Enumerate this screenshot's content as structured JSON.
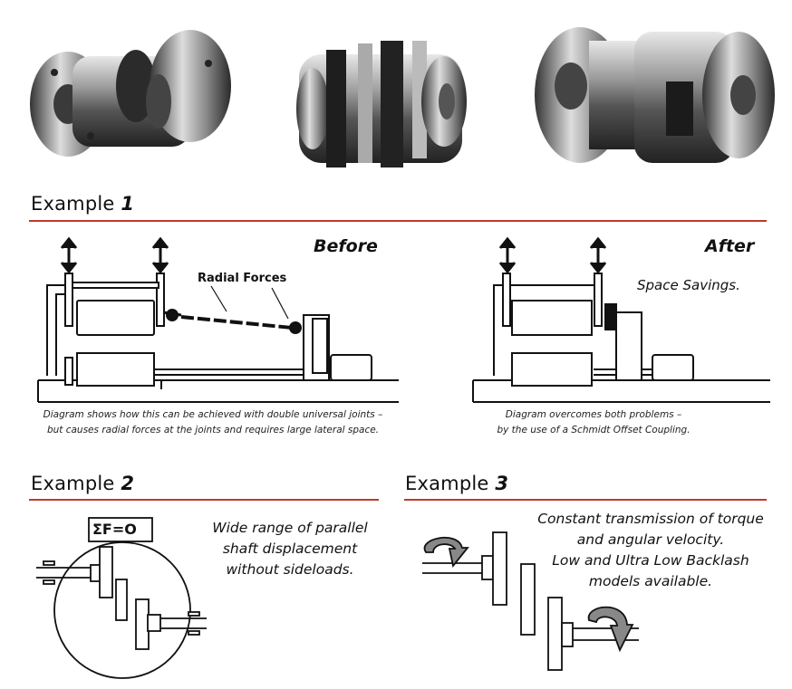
{
  "examples": [
    {
      "label": "Example",
      "number": "1"
    },
    {
      "label": "Example",
      "number": "2"
    },
    {
      "label": "Example",
      "number": "3"
    }
  ],
  "example1": {
    "before_title": "Before",
    "after_title": "After",
    "radial_forces_label": "Radial Forces",
    "space_savings_label": "Space Savings.",
    "before_caption": [
      "Diagram shows how this can be achieved with double universal joints –",
      "but causes radial forces at the joints and requires large lateral space."
    ],
    "after_caption": [
      "Diagram overcomes both problems –",
      "by the use of a Schmidt Offset Coupling."
    ]
  },
  "example2": {
    "formula": "ΣF=O",
    "text": [
      "Wide range of parallel",
      "shaft displacement",
      "without sideloads."
    ]
  },
  "example3": {
    "text": [
      "Constant transmission of torque",
      "and angular velocity.",
      "Low and Ultra Low Backlash",
      "models available."
    ]
  },
  "colors": {
    "rule": "#c0392b"
  }
}
